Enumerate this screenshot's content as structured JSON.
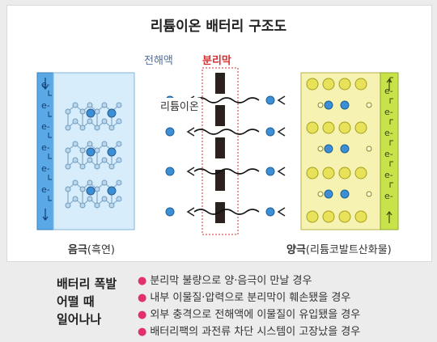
{
  "title": "리튬이온 배터리 구조도",
  "labels": {
    "electrolyte": "전해액",
    "separator": "분리막",
    "lithium_ion": "리튬이온",
    "anode_bold": "음극",
    "anode_rest": "(흑연)",
    "cathode_bold": "양극",
    "cathode_rest": "(리튬코발트산화물)",
    "electron": "e-"
  },
  "question": [
    "배터리 폭발",
    "어떨 때",
    "일어나나"
  ],
  "reasons": [
    "분리막 불량으로 양·음극이 만날 경우",
    "내부 이물질·압력으로 분리막이 훼손됐을 경우",
    "외부 충격으로 전해액에 이물질이 유입됐을 경우",
    "배터리팩의 과전류 차단 시스템이 고장났을 경우"
  ],
  "colors": {
    "anode_strip": "#5aa9e6",
    "anode_body": "#d7edfb",
    "ion": "#3b8fd6",
    "cathode_strip": "#c8e34a",
    "cathode_body": "#f6f3b2",
    "cathode_ball": "#e8e25a",
    "separator": "#d62e2e",
    "bullet": "#e1306c"
  }
}
